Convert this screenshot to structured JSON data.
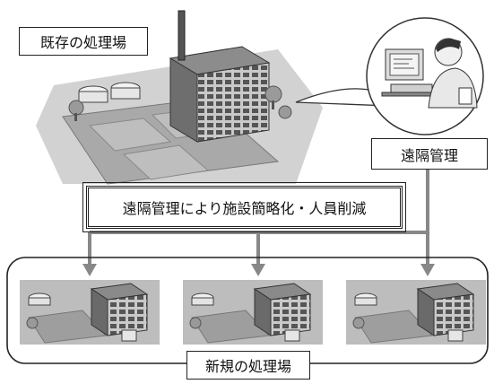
{
  "labels": {
    "existing_plant": "既存の処理場",
    "remote_management": "遠隔管理",
    "message": "遠隔管理により施設簡略化・人員削減",
    "new_plant": "新規の処理場"
  },
  "icons": [
    "existing-plant-illustration",
    "operator-at-computer-illustration",
    "new-plant-illustration",
    "arrow-down-icon"
  ],
  "colors": {
    "line": "#888888",
    "border": "#222222",
    "ground": "#bdbdbd"
  }
}
